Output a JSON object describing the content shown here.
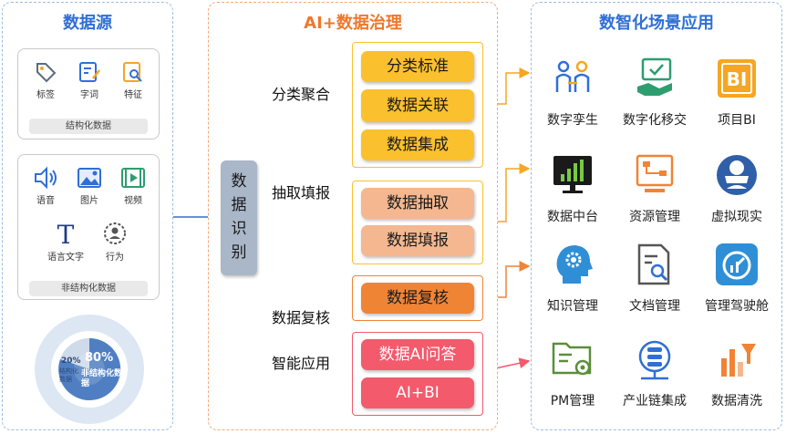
{
  "colors": {
    "blue": "#2f6fd6",
    "yellow": "#fbc02d",
    "peach": "#f4b78f",
    "orange": "#f08435",
    "pink": "#f35a6c",
    "grey": "#a9b7c9"
  },
  "left": {
    "title": "数据源",
    "structured": {
      "items": [
        {
          "icon": "tag-icon",
          "label": "标签"
        },
        {
          "icon": "edit-word-icon",
          "label": "字词"
        },
        {
          "icon": "feature-search-icon",
          "label": "特征"
        }
      ],
      "caption": "结构化数据"
    },
    "unstructured": {
      "items": [
        {
          "icon": "speaker-icon",
          "label": "语音"
        },
        {
          "icon": "image-icon",
          "label": "图片"
        },
        {
          "icon": "video-icon",
          "label": "视频"
        },
        {
          "icon": "text-t-icon",
          "label": "语言文字"
        },
        {
          "icon": "behavior-icon",
          "label": "行为"
        }
      ],
      "caption": "非结构化数据"
    },
    "donut": {
      "outer_pct": "80%",
      "outer_label": "非结构化数据",
      "inner_pct": "20%",
      "inner_label": "结构化数据"
    }
  },
  "middle": {
    "title": "AI+数据治理",
    "core": "数据识别",
    "branches": [
      {
        "label": "分类聚合",
        "items": [
          "分类标准",
          "数据关联",
          "数据集成"
        ]
      },
      {
        "label": "抽取填报",
        "items": [
          "数据抽取",
          "数据填报"
        ]
      },
      {
        "label": "数据复核",
        "items": [
          "数据复核"
        ]
      },
      {
        "label": "智能应用",
        "items": [
          "数据AI问答",
          "AI+BI"
        ]
      }
    ]
  },
  "right": {
    "title": "数智化场景应用",
    "apps": [
      {
        "icon": "digital-twin-icon",
        "label": "数字孪生"
      },
      {
        "icon": "digital-migration-icon",
        "label": "数字化移交"
      },
      {
        "icon": "bi-icon",
        "label": "项目BI"
      },
      {
        "icon": "data-center-icon",
        "label": "数据中台"
      },
      {
        "icon": "resource-management-icon",
        "label": "资源管理"
      },
      {
        "icon": "vr-icon",
        "label": "虚拟现实"
      },
      {
        "icon": "knowledge-icon",
        "label": "知识管理"
      },
      {
        "icon": "document-icon",
        "label": "文档管理"
      },
      {
        "icon": "cockpit-icon",
        "label": "管理驾驶舱"
      },
      {
        "icon": "pm-icon",
        "label": "PM管理"
      },
      {
        "icon": "industry-chain-icon",
        "label": "产业链集成"
      },
      {
        "icon": "data-cleaning-icon",
        "label": "数据清洗"
      }
    ]
  }
}
